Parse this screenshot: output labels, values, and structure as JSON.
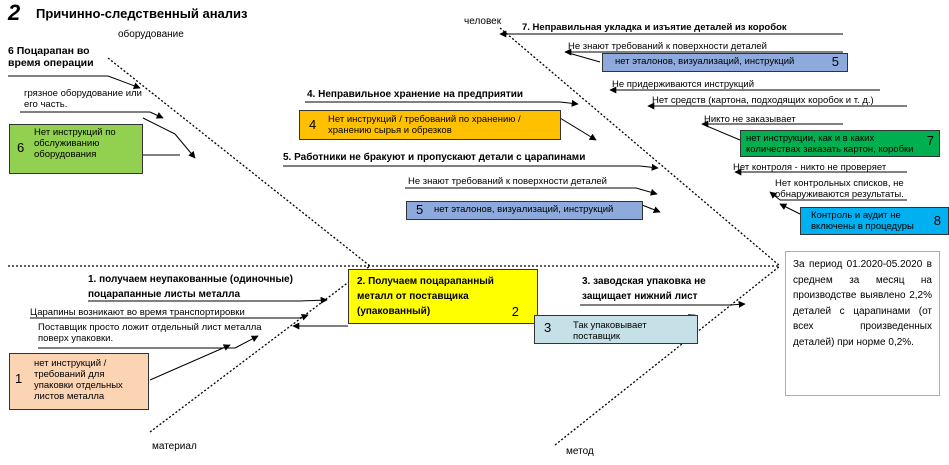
{
  "header": {
    "number": "2",
    "title": "Причинно-следственный анализ"
  },
  "categories": {
    "equipment": "оборудование",
    "people": "человек",
    "material": "материал",
    "method": "метод"
  },
  "equipment": {
    "cause6": "6 Поцарапан во время операции",
    "sub_dirty": "грязное оборудование или его часть.",
    "box6_text": "Нет инструкций по обслуживанию оборудования",
    "box6_num": "6"
  },
  "people": {
    "cause7": "7. Неправильная укладка и изъятие деталей из коробок",
    "sub7a": "Не знают требований к поверхности деталей",
    "box5a_text": "нет эталонов, визуализаций, инструкций",
    "box5a_num": "5",
    "sub7b": "Не придерживаются инструкций",
    "sub7c": "Нет средств (картона, подходящих коробок и т. д.)",
    "sub7d": "Никто не заказывает",
    "box7_text": "нет инструкции, как и в каких количествах заказать картон, коробки",
    "box7_num": "7",
    "sub7e": "Нет контроля - никто не проверяет",
    "sub7f": "Нет контрольных списков, не обнаруживаются результаты.",
    "box8_text": "Контроль и аудит не включены в процедуры",
    "box8_num": "8",
    "cause4": "4. Неправильное хранение на предприятии",
    "box4_text": "Нет инструкций / требований по хранению / хранению сырья и обрезков",
    "box4_num": "4",
    "cause5": "5. Работники не бракуют и пропускают детали с царапинами",
    "sub5a": "Не знают требований к поверхности деталей",
    "box5b_text": "нет эталонов, визуализаций, инструкций",
    "box5b_num": "5"
  },
  "material": {
    "cause1": "1. получаем неупакованные (одиночные) поцарапанные листы металла",
    "sub1a": "Царапины возникают во время транспортировки",
    "sub1b": "Поставщик просто ложит отдельный лист металла поверх упаковки.",
    "box1_text": "нет инструкций / требований для упаковки отдельных листов металла",
    "box1_num": "1",
    "box2_text": "2. Получаем поцарапанный металл от поставщика (упакованный)",
    "box2_num": "2"
  },
  "method": {
    "cause3": "3. заводская упаковка не защищает нижний лист",
    "box3_text": "Так упаковывает поставщик",
    "box3_num": "3"
  },
  "result": {
    "text": "За период 01.2020-05.2020 в среднем за месяц на производстве выявлено 2,2% деталей с царапинами (от всех произведенных деталей) при норме 0,2%."
  },
  "colors": {
    "box_green": "#92d050",
    "box_orange": "#ffc000",
    "box_blue": "#8ea9db",
    "box_darkgreen": "#00b050",
    "box_cyan": "#00b0f0",
    "box_peach": "#fbd4b4",
    "box_yellow": "#ffff00",
    "box_lightblue": "#c5e0e6",
    "result_border": "#7fc7a4"
  }
}
